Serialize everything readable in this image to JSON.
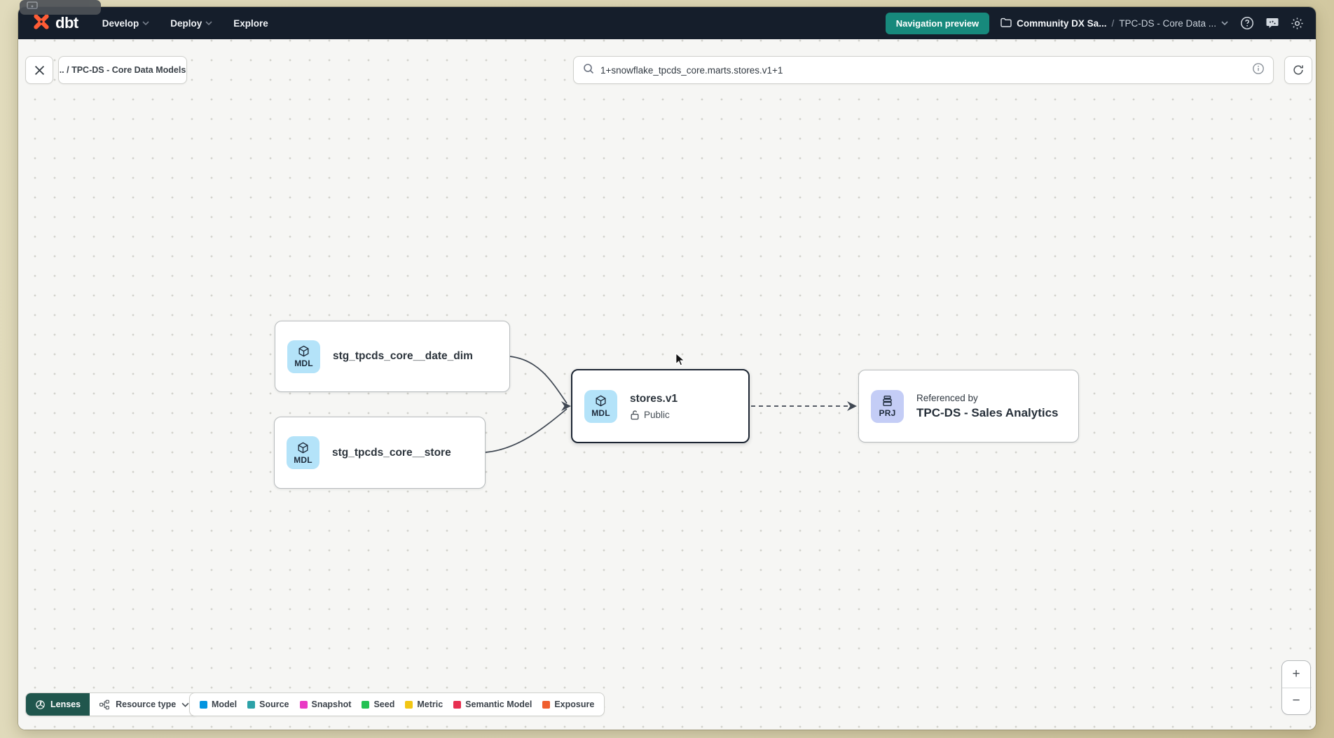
{
  "navbar": {
    "logo_text": "dbt",
    "menus": [
      {
        "label": "Develop"
      },
      {
        "label": "Deploy"
      },
      {
        "label": "Explore"
      }
    ],
    "preview_badge": "Navigation preview",
    "account": "Community DX Sa...",
    "separator": "/",
    "project": "TPC-DS - Core Data ..."
  },
  "toolbar": {
    "close_label": "✕",
    "path_chip": ".. / TPC-DS - Core Data Models",
    "search_value": "1+snowflake_tpcds_core.marts.stores.v1+1"
  },
  "graph": {
    "date_dim": {
      "badge": "MDL",
      "label": "stg_tpcds_core__date_dim"
    },
    "store": {
      "badge": "MDL",
      "label": "stg_tpcds_core__store"
    },
    "stores_v1": {
      "badge": "MDL",
      "label": "stores.v1",
      "access": "Public"
    },
    "sales_analytics": {
      "badge": "PRJ",
      "caption": "Referenced by",
      "label": "TPC-DS - Sales Analytics"
    }
  },
  "controls": {
    "lenses_label": "Lenses",
    "resource_type_label": "Resource type",
    "zoom_in": "+",
    "zoom_out": "−"
  },
  "legend": {
    "items": [
      {
        "label": "Model",
        "color": "#0294e0"
      },
      {
        "label": "Source",
        "color": "#2da2a8"
      },
      {
        "label": "Snapshot",
        "color": "#e93ac4"
      },
      {
        "label": "Seed",
        "color": "#23c152"
      },
      {
        "label": "Metric",
        "color": "#f2c614"
      },
      {
        "label": "Semantic Model",
        "color": "#e72f50"
      },
      {
        "label": "Exposure",
        "color": "#ef5e2e"
      }
    ]
  },
  "colors": {
    "accent_teal": "#17897c",
    "navbar_bg": "#151e2b",
    "model_badge_bg": "#b4e3f9",
    "project_badge_bg": "#c4cdf6",
    "dbt_orange": "#ff5c35"
  }
}
